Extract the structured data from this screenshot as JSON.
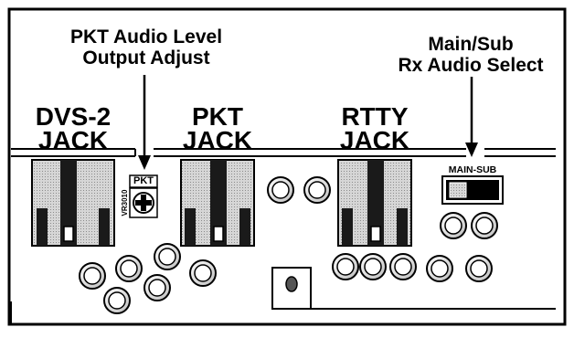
{
  "callouts": {
    "pkt_audio": {
      "line1": "PKT Audio Level",
      "line2": "Output Adjust"
    },
    "main_sub": {
      "line1": "Main/Sub",
      "line2": "Rx Audio Select"
    }
  },
  "jacks": [
    {
      "id": "dvs2",
      "line1": "DVS-2",
      "line2": "JACK"
    },
    {
      "id": "pkt",
      "line1": "PKT",
      "line2": "JACK"
    },
    {
      "id": "rtty",
      "line1": "RTTY",
      "line2": "JACK"
    }
  ],
  "trimmer": {
    "label": "PKT",
    "designator": "VR3010"
  },
  "switch": {
    "label": "MAIN-SUB"
  }
}
